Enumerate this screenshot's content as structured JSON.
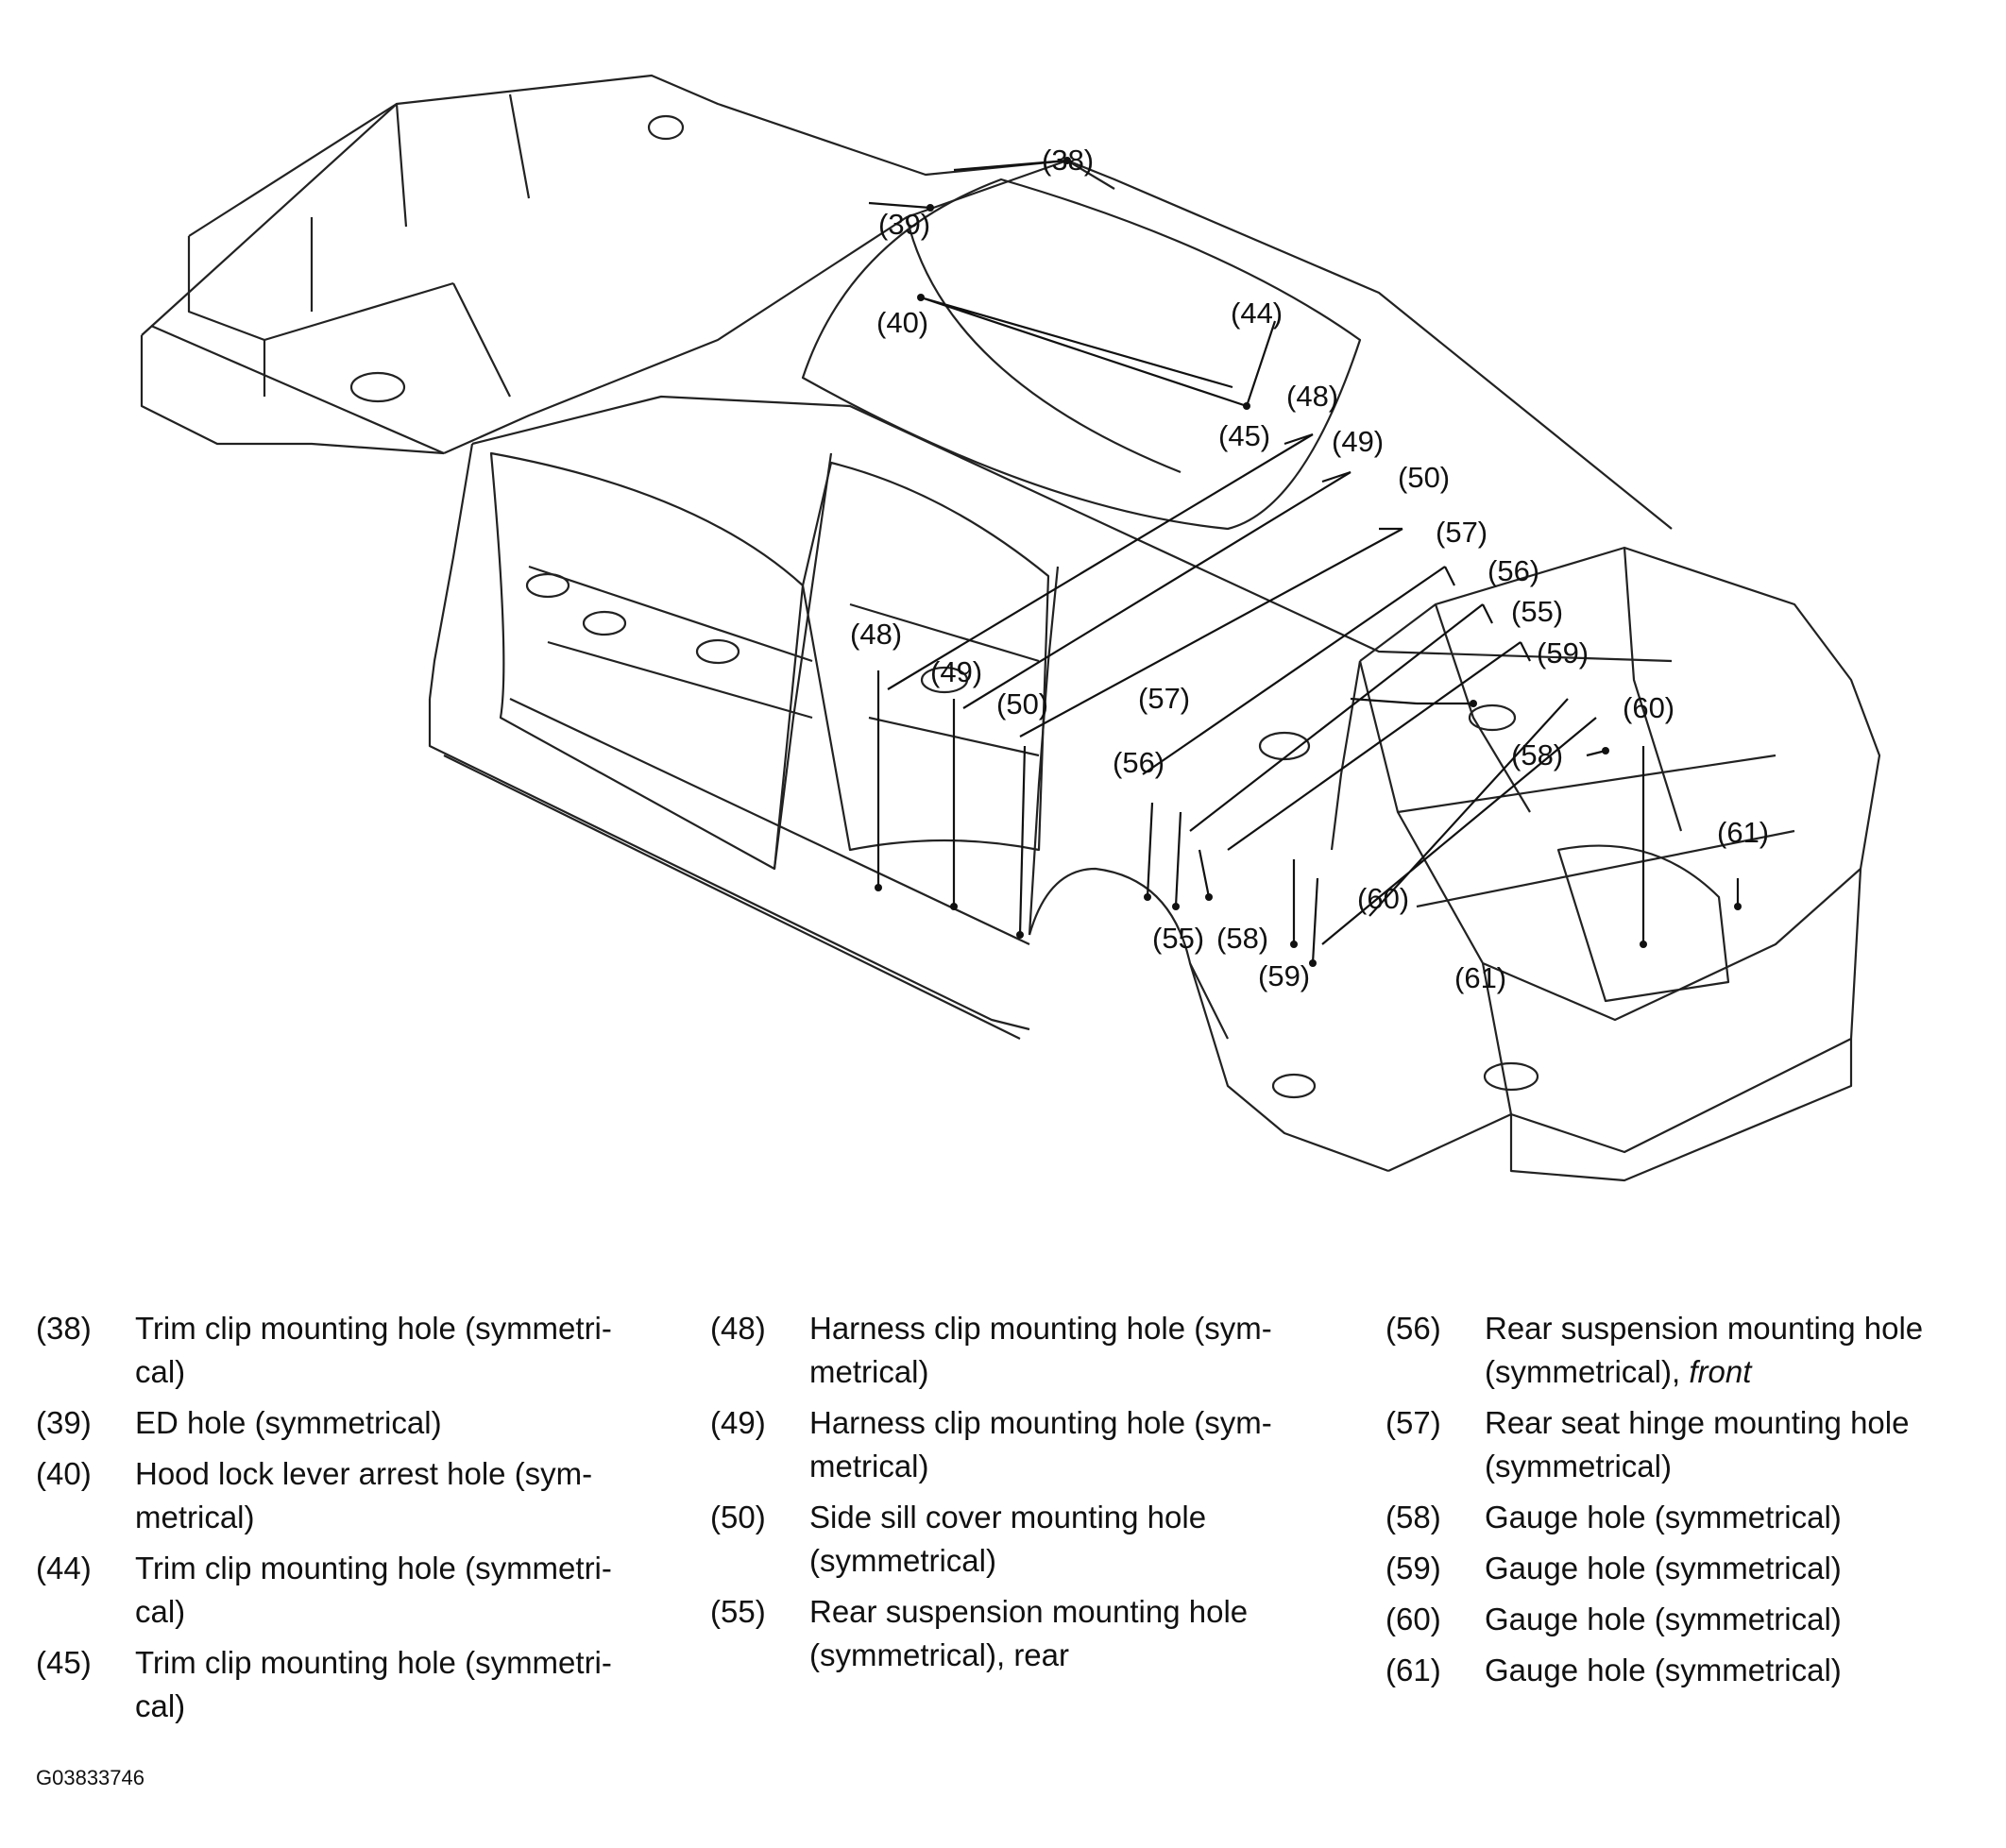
{
  "callouts": [
    {
      "id": "c38",
      "text": "(38)"
    },
    {
      "id": "c39",
      "text": "(39)"
    },
    {
      "id": "c40",
      "text": "(40)"
    },
    {
      "id": "c44",
      "text": "(44)"
    },
    {
      "id": "c45",
      "text": "(45)"
    },
    {
      "id": "c48a",
      "text": "(48)"
    },
    {
      "id": "c49a",
      "text": "(49)"
    },
    {
      "id": "c50a",
      "text": "(50)"
    },
    {
      "id": "c57a",
      "text": "(57)"
    },
    {
      "id": "c56a",
      "text": "(56)"
    },
    {
      "id": "c55a",
      "text": "(55)"
    },
    {
      "id": "c59a",
      "text": "(59)"
    },
    {
      "id": "c60a",
      "text": "(60)"
    },
    {
      "id": "c58a",
      "text": "(58)"
    },
    {
      "id": "c61a",
      "text": "(61)"
    },
    {
      "id": "c48b",
      "text": "(48)"
    },
    {
      "id": "c49b",
      "text": "(49)"
    },
    {
      "id": "c50b",
      "text": "(50)"
    },
    {
      "id": "c57b",
      "text": "(57)"
    },
    {
      "id": "c56b",
      "text": "(56)"
    },
    {
      "id": "c55b",
      "text": "(55)"
    },
    {
      "id": "c58b",
      "text": "(58)"
    },
    {
      "id": "c59b",
      "text": "(59)"
    },
    {
      "id": "c60b",
      "text": "(60)"
    },
    {
      "id": "c61b",
      "text": "(61)"
    }
  ],
  "legend": {
    "col1": [
      {
        "num": "(38)",
        "lines": [
          "Trim clip mounting hole (symmetri-",
          "cal)"
        ]
      },
      {
        "num": "(39)",
        "lines": [
          "ED hole (symmetrical)"
        ]
      },
      {
        "num": "(40)",
        "lines": [
          "Hood lock lever arrest hole (sym-",
          "metrical)"
        ]
      },
      {
        "num": "(44)",
        "lines": [
          "Trim clip mounting hole (symmetri-",
          "cal)"
        ]
      },
      {
        "num": "(45)",
        "lines": [
          "Trim clip mounting hole (symmetri-",
          "cal)"
        ]
      }
    ],
    "col2": [
      {
        "num": "(48)",
        "lines": [
          "Harness clip mounting hole (sym-",
          "metrical)"
        ]
      },
      {
        "num": "(49)",
        "lines": [
          "Harness clip mounting hole (sym-",
          "metrical)"
        ]
      },
      {
        "num": "(50)",
        "lines": [
          "Side sill cover mounting hole",
          "(symmetrical)"
        ]
      },
      {
        "num": "(55)",
        "lines": [
          "Rear suspension mounting hole",
          "(symmetrical), rear"
        ]
      }
    ],
    "col3": [
      {
        "num": "(56)",
        "lines": [
          "Rear suspension mounting hole",
          "(symmetrical), "
        ],
        "em": "front"
      },
      {
        "num": "(57)",
        "lines": [
          "Rear seat hinge mounting hole",
          "(symmetrical)"
        ]
      },
      {
        "num": "(58)",
        "lines": [
          "Gauge hole (symmetrical)"
        ]
      },
      {
        "num": "(59)",
        "lines": [
          "Gauge hole (symmetrical)"
        ]
      },
      {
        "num": "(60)",
        "lines": [
          "Gauge hole (symmetrical)"
        ]
      },
      {
        "num": "(61)",
        "lines": [
          "Gauge hole (symmetrical)"
        ]
      }
    ]
  },
  "figure_id": "G03833746"
}
